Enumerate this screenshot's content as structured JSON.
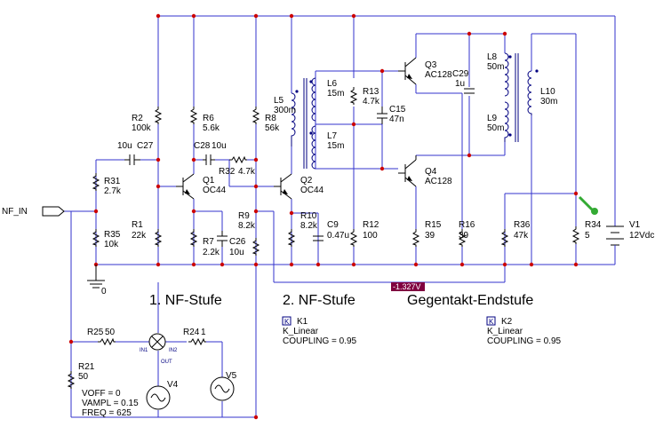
{
  "colors": {
    "wire": "#3333cc",
    "part": "#000000",
    "coil": "#000080",
    "junction": "#cc0000",
    "probe_bg": "#800040",
    "marker": "#33aa33"
  },
  "port": {
    "label": "NF_IN"
  },
  "ground": {
    "label": "0"
  },
  "stages": {
    "stage1": "1. NF-Stufe",
    "stage2": "2. NF-Stufe",
    "stage3": "Gegentakt-Endstufe"
  },
  "probe": {
    "value": "-1.327V"
  },
  "components": {
    "R2": [
      "R2",
      "100k"
    ],
    "R6": [
      "R6",
      "5.6k"
    ],
    "R8": [
      "R8",
      "56k"
    ],
    "R31": [
      "R31",
      "2.7k"
    ],
    "R35": [
      "R35",
      "10k"
    ],
    "R1": [
      "R1",
      "22k"
    ],
    "R7": [
      "R7",
      "2.2k"
    ],
    "R9": [
      "R9",
      "8.2k"
    ],
    "R10": [
      "R10",
      "8.2k"
    ],
    "R32": [
      "R32",
      "4.7k"
    ],
    "R13": [
      "R13",
      "4.7k"
    ],
    "R12": [
      "R12",
      "100"
    ],
    "R15": [
      "R15",
      "39"
    ],
    "R16": [
      "R16",
      "39"
    ],
    "R36": [
      "R36",
      "47k"
    ],
    "R34": [
      "R34",
      "5"
    ],
    "R25": [
      "R25",
      "50"
    ],
    "R24": [
      "R24",
      "1"
    ],
    "R21": [
      "R21",
      "50"
    ],
    "C27": [
      "C27",
      "10u"
    ],
    "C28": [
      "C28",
      "10u"
    ],
    "C26": [
      "C26",
      "10u"
    ],
    "C9": [
      "C9",
      "0.47u"
    ],
    "C15": [
      "C15",
      "47n"
    ],
    "C29": [
      "C29",
      "1u"
    ],
    "Q1": [
      "Q1",
      "OC44"
    ],
    "Q2": [
      "Q2",
      "OC44"
    ],
    "Q3": [
      "Q3",
      "AC128"
    ],
    "Q4": [
      "Q4",
      "AC128"
    ],
    "L5": [
      "L5",
      "300m"
    ],
    "L6": [
      "L6",
      "15m"
    ],
    "L7": [
      "L7",
      "15m"
    ],
    "L8": [
      "L8",
      "50m"
    ],
    "L9": [
      "L9",
      "50m"
    ],
    "L10": [
      "L10",
      "30m"
    ],
    "V1": [
      "V1",
      "12Vdc"
    ],
    "V4": "V4",
    "V5": "V5"
  },
  "v4_params": [
    "VOFF = 0",
    "VAMPL = 0.15",
    "FREQ = 625"
  ],
  "mixer": {
    "in1": "IN1",
    "in2": "IN2",
    "out": "OUT"
  },
  "k1": {
    "name": "K1",
    "model": "K_Linear",
    "coupling": "COUPLING = 0.95"
  },
  "k2": {
    "name": "K2",
    "model": "K_Linear",
    "coupling": "COUPLING = 0.95"
  }
}
